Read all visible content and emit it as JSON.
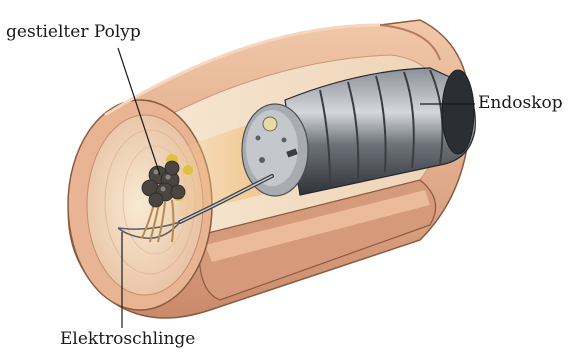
{
  "labels": {
    "polyp": "gestielter Polyp",
    "endoscope": "Endoskop",
    "snare": "Elektroschlinge"
  },
  "colors": {
    "tube_outer": "#e8b89a",
    "tube_shadow": "#b97a5c",
    "tube_inner": "#f6dcc0",
    "lumen_light": "#f3e4c8",
    "endoscope_dark": "#3a3d42",
    "endoscope_mid": "#7a7f87",
    "endoscope_light": "#c9cdd2",
    "polyp": "#4a4540",
    "polyp_base": "#e0c040",
    "leader_line": "#1a1a1a"
  }
}
